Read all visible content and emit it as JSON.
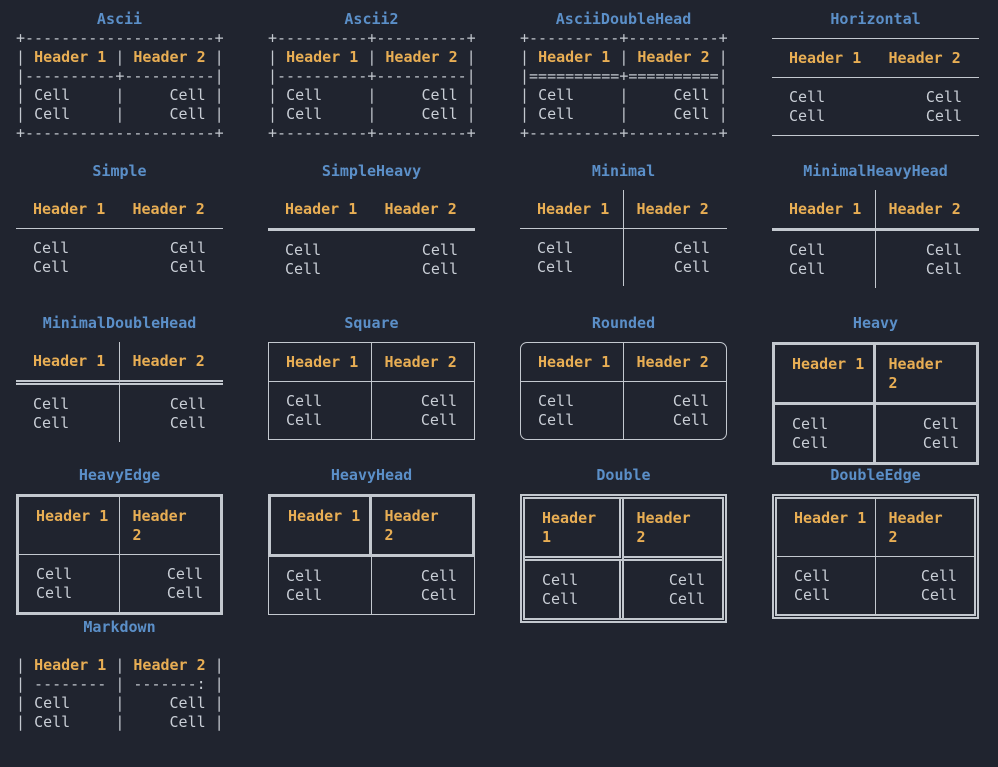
{
  "page": {
    "background": "#20242f"
  },
  "colors": {
    "title": "#5b8fc8",
    "header": "#e8ae54",
    "cell": "#c9ced6",
    "border": "#c3c8cf"
  },
  "labels": {
    "header1": "Header 1",
    "header2": "Header 2",
    "cell": "Cell"
  },
  "tables": [
    {
      "title": "Ascii",
      "style": "ascii",
      "kind": "pre",
      "lines": [
        [
          [
            "b",
            "+---------------------+"
          ]
        ],
        [
          [
            "b",
            "| "
          ],
          [
            "h",
            "Header 1"
          ],
          [
            "b",
            " | "
          ],
          [
            "h",
            "Header 2"
          ],
          [
            "b",
            " |"
          ]
        ],
        [
          [
            "b",
            "|----------+----------|"
          ]
        ],
        [
          [
            "b",
            "| "
          ],
          [
            "c",
            "Cell"
          ],
          [
            "b",
            "     |     "
          ],
          [
            "c",
            "Cell"
          ],
          [
            "b",
            " |"
          ]
        ],
        [
          [
            "b",
            "| "
          ],
          [
            "c",
            "Cell"
          ],
          [
            "b",
            "     |     "
          ],
          [
            "c",
            "Cell"
          ],
          [
            "b",
            " |"
          ]
        ],
        [
          [
            "b",
            "+---------------------+"
          ]
        ]
      ]
    },
    {
      "title": "Ascii2",
      "style": "ascii2",
      "kind": "pre",
      "lines": [
        [
          [
            "b",
            "+----------+----------+"
          ]
        ],
        [
          [
            "b",
            "| "
          ],
          [
            "h",
            "Header 1"
          ],
          [
            "b",
            " | "
          ],
          [
            "h",
            "Header 2"
          ],
          [
            "b",
            " |"
          ]
        ],
        [
          [
            "b",
            "|----------+----------|"
          ]
        ],
        [
          [
            "b",
            "| "
          ],
          [
            "c",
            "Cell"
          ],
          [
            "b",
            "     |     "
          ],
          [
            "c",
            "Cell"
          ],
          [
            "b",
            " |"
          ]
        ],
        [
          [
            "b",
            "| "
          ],
          [
            "c",
            "Cell"
          ],
          [
            "b",
            "     |     "
          ],
          [
            "c",
            "Cell"
          ],
          [
            "b",
            " |"
          ]
        ],
        [
          [
            "b",
            "+----------+----------+"
          ]
        ]
      ]
    },
    {
      "title": "AsciiDoubleHead",
      "style": "ascii_double_head",
      "kind": "pre",
      "lines": [
        [
          [
            "b",
            "+----------+----------+"
          ]
        ],
        [
          [
            "b",
            "| "
          ],
          [
            "h",
            "Header 1"
          ],
          [
            "b",
            " | "
          ],
          [
            "h",
            "Header 2"
          ],
          [
            "b",
            " |"
          ]
        ],
        [
          [
            "b",
            "|==========+==========|"
          ]
        ],
        [
          [
            "b",
            "| "
          ],
          [
            "c",
            "Cell"
          ],
          [
            "b",
            "     |     "
          ],
          [
            "c",
            "Cell"
          ],
          [
            "b",
            " |"
          ]
        ],
        [
          [
            "b",
            "| "
          ],
          [
            "c",
            "Cell"
          ],
          [
            "b",
            "     |     "
          ],
          [
            "c",
            "Cell"
          ],
          [
            "b",
            " |"
          ]
        ],
        [
          [
            "b",
            "+----------+----------+"
          ]
        ]
      ]
    },
    {
      "title": "Horizontal",
      "style": "horizontal",
      "kind": "box"
    },
    {
      "title": "Simple",
      "style": "simple",
      "kind": "box"
    },
    {
      "title": "SimpleHeavy",
      "style": "simple_heavy",
      "kind": "box"
    },
    {
      "title": "Minimal",
      "style": "minimal",
      "kind": "box"
    },
    {
      "title": "MinimalHeavyHead",
      "style": "minimal_heavy_head",
      "kind": "box"
    },
    {
      "title": "MinimalDoubleHead",
      "style": "minimal_double_head",
      "kind": "box"
    },
    {
      "title": "Square",
      "style": "square",
      "kind": "box"
    },
    {
      "title": "Rounded",
      "style": "rounded",
      "kind": "box"
    },
    {
      "title": "Heavy",
      "style": "heavy",
      "kind": "box"
    },
    {
      "title": "HeavyEdge",
      "style": "heavy_edge",
      "kind": "box"
    },
    {
      "title": "HeavyHead",
      "style": "heavy_head",
      "kind": "box"
    },
    {
      "title": "Double",
      "style": "double",
      "kind": "box"
    },
    {
      "title": "DoubleEdge",
      "style": "double_edge",
      "kind": "box"
    },
    {
      "title": "Markdown",
      "style": "markdown",
      "kind": "pre",
      "lines": [
        [
          [
            "b",
            "| "
          ],
          [
            "h",
            "Header 1"
          ],
          [
            "b",
            " | "
          ],
          [
            "h",
            "Header 2"
          ],
          [
            "b",
            " |"
          ]
        ],
        [
          [
            "b",
            "| -------- | -------: |"
          ]
        ],
        [
          [
            "b",
            "| "
          ],
          [
            "c",
            "Cell"
          ],
          [
            "b",
            "     |     "
          ],
          [
            "c",
            "Cell"
          ],
          [
            "b",
            " |"
          ]
        ],
        [
          [
            "b",
            "| "
          ],
          [
            "c",
            "Cell"
          ],
          [
            "b",
            "     |     "
          ],
          [
            "c",
            "Cell"
          ],
          [
            "b",
            " |"
          ]
        ]
      ]
    }
  ]
}
